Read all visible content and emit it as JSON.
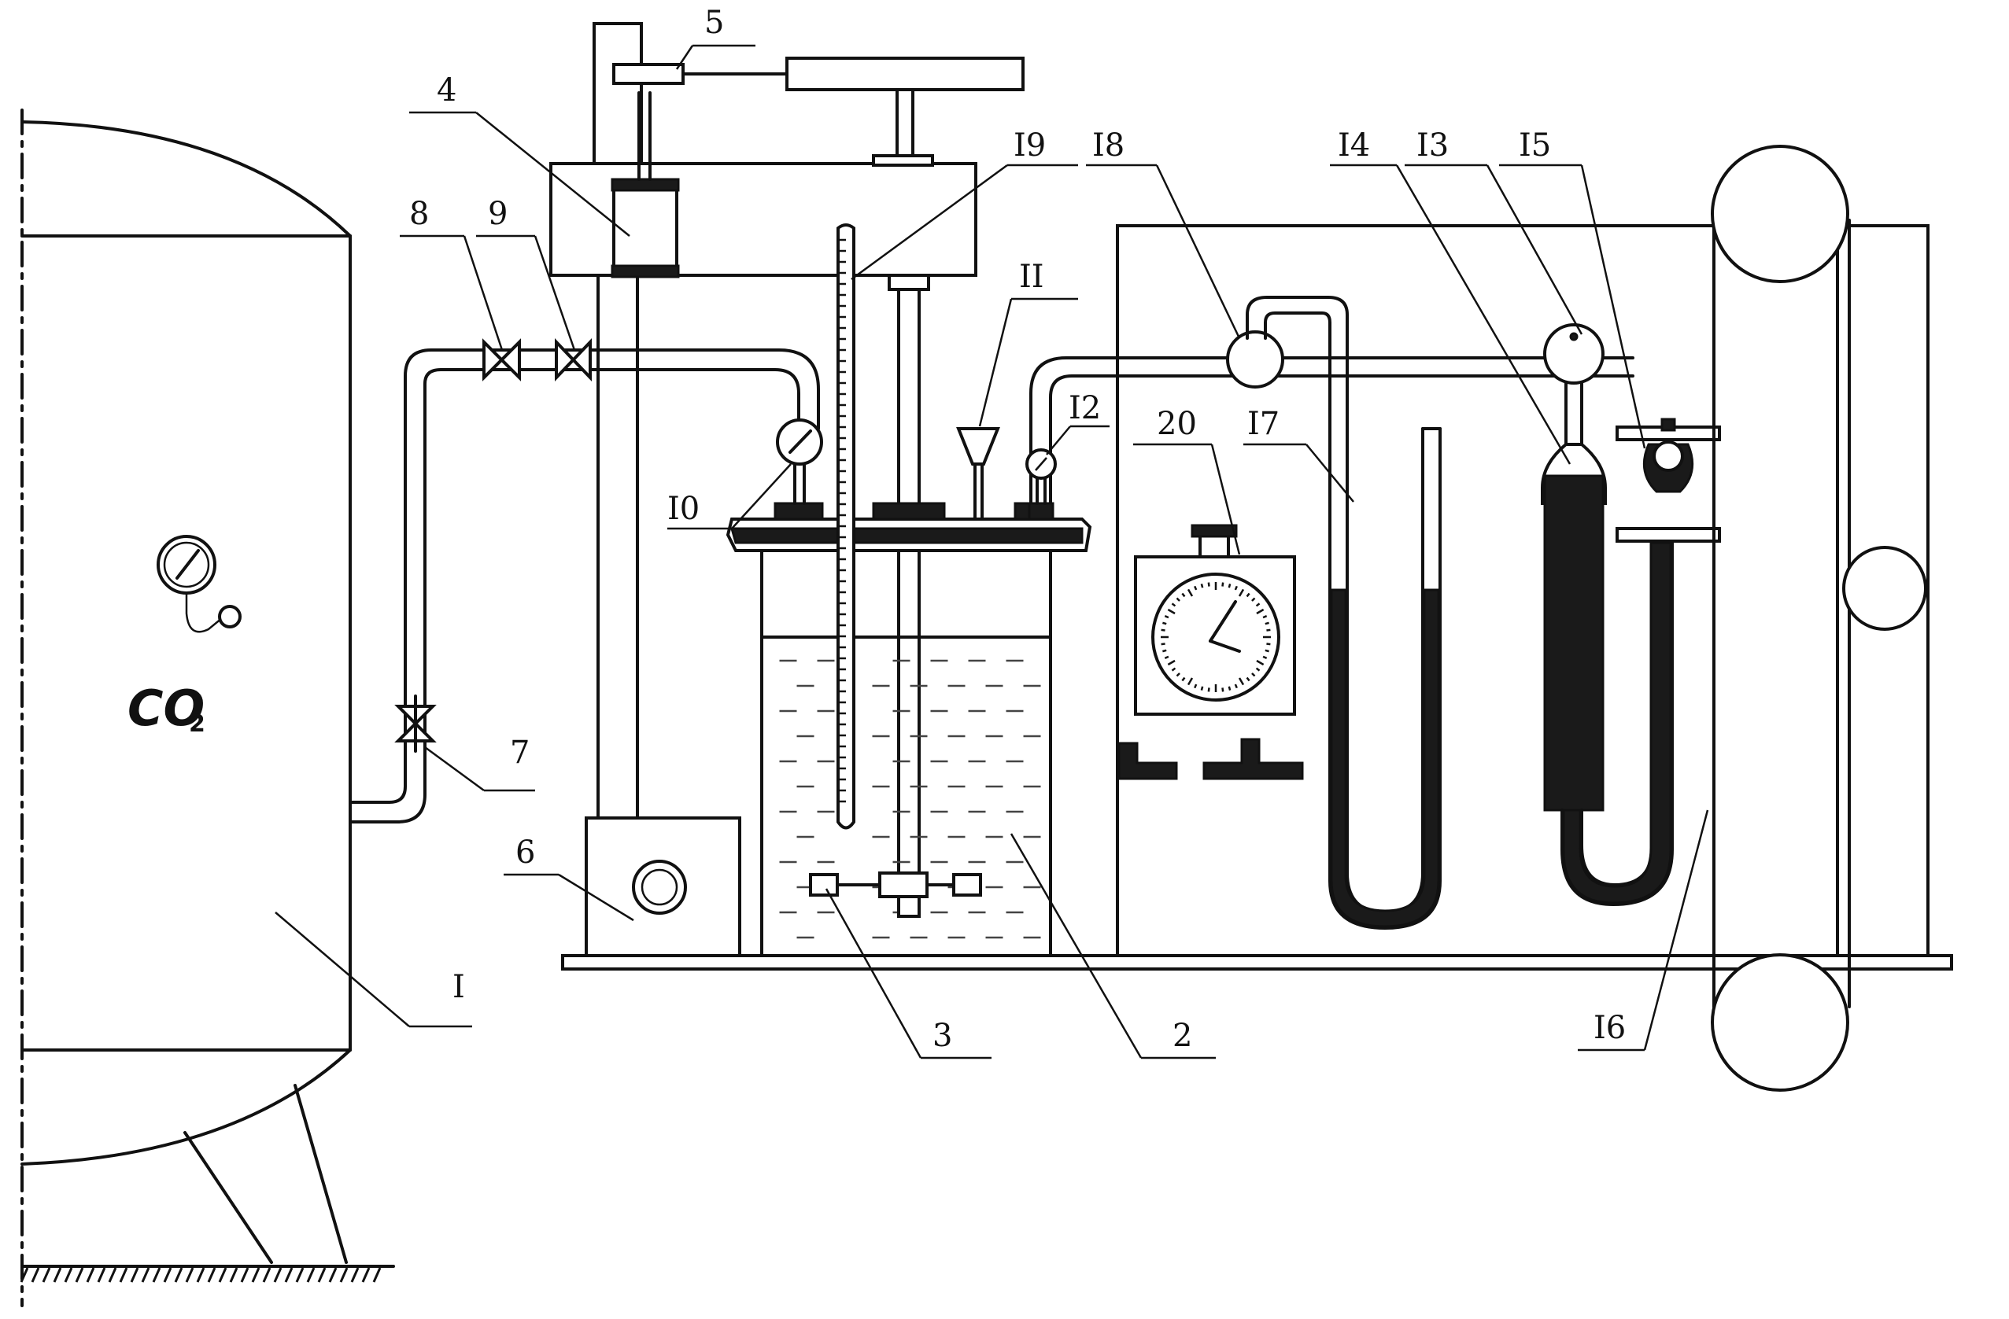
{
  "tank": {
    "gas_label": "CO",
    "gas_subscript": "2"
  },
  "labels": {
    "l1": "I",
    "l2": "2",
    "l3": "3",
    "l4": "4",
    "l5": "5",
    "l6": "6",
    "l7": "7",
    "l8": "8",
    "l9": "9",
    "l10": "I0",
    "l11": "II",
    "l12": "I2",
    "l13": "I3",
    "l14": "I4",
    "l15": "I5",
    "l16": "I6",
    "l17": "I7",
    "l18": "I8",
    "l19": "I9",
    "l20": "20"
  }
}
